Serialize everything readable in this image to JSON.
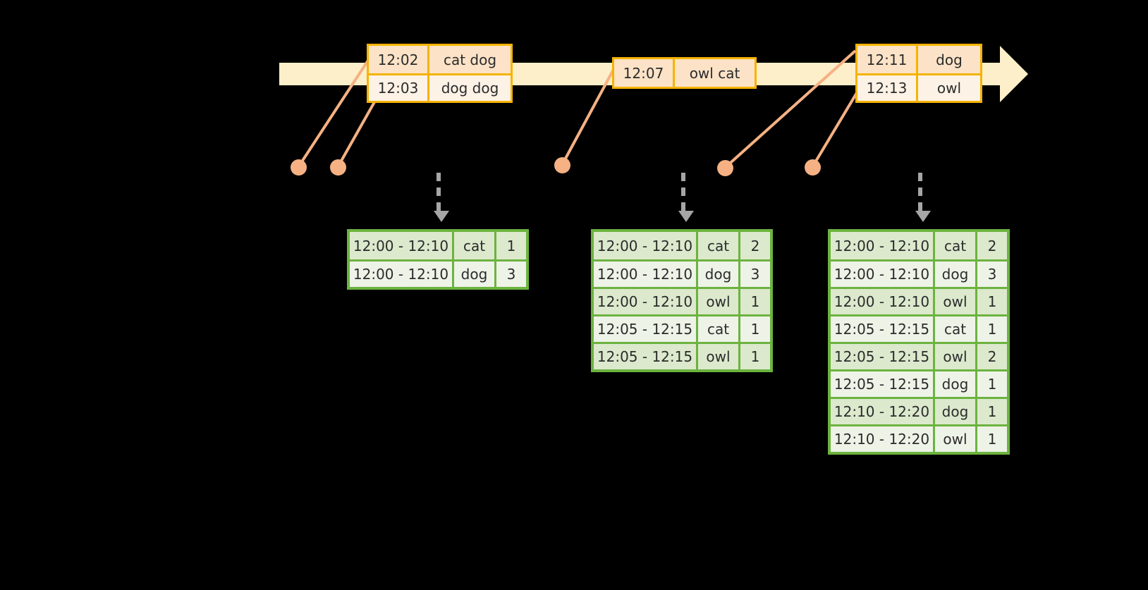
{
  "diagram": {
    "title": "windowed-aggregation-timeline",
    "colors": {
      "timeline_fill": "#fdefc9",
      "event_border": "#f5b301",
      "event_shade": "#fce3c7",
      "event_light": "#fdf2e6",
      "connector": "#f5b183",
      "table_border": "#6cb33f",
      "table_shade": "#dce9cd",
      "table_light": "#eef3e8",
      "dashed_arrow": "#a6a6a6",
      "background": "#000000"
    }
  },
  "timeline": {
    "events": [
      {
        "id": "evt-a",
        "rows": [
          {
            "time": "12:02",
            "value": "cat dog"
          },
          {
            "time": "12:03",
            "value": "dog dog"
          }
        ]
      },
      {
        "id": "evt-b",
        "rows": [
          {
            "time": "12:07",
            "value": "owl cat"
          }
        ]
      },
      {
        "id": "evt-c",
        "rows": [
          {
            "time": "12:11",
            "value": "dog"
          },
          {
            "time": "12:13",
            "value": "owl"
          }
        ]
      }
    ]
  },
  "tables": [
    {
      "id": "tbl-1",
      "rows": [
        {
          "window": "12:00 - 12:10",
          "key": "cat",
          "count": "1"
        },
        {
          "window": "12:00 - 12:10",
          "key": "dog",
          "count": "3"
        }
      ]
    },
    {
      "id": "tbl-2",
      "rows": [
        {
          "window": "12:00 - 12:10",
          "key": "cat",
          "count": "2"
        },
        {
          "window": "12:00 - 12:10",
          "key": "dog",
          "count": "3"
        },
        {
          "window": "12:00 - 12:10",
          "key": "owl",
          "count": "1"
        },
        {
          "window": "12:05 - 12:15",
          "key": "cat",
          "count": "1"
        },
        {
          "window": "12:05 - 12:15",
          "key": "owl",
          "count": "1"
        }
      ]
    },
    {
      "id": "tbl-3",
      "rows": [
        {
          "window": "12:00 - 12:10",
          "key": "cat",
          "count": "2"
        },
        {
          "window": "12:00 - 12:10",
          "key": "dog",
          "count": "3"
        },
        {
          "window": "12:00 - 12:10",
          "key": "owl",
          "count": "1"
        },
        {
          "window": "12:05 - 12:15",
          "key": "cat",
          "count": "1"
        },
        {
          "window": "12:05 - 12:15",
          "key": "owl",
          "count": "2"
        },
        {
          "window": "12:05 - 12:15",
          "key": "dog",
          "count": "1"
        },
        {
          "window": "12:10 - 12:20",
          "key": "dog",
          "count": "1"
        },
        {
          "window": "12:10 - 12:20",
          "key": "owl",
          "count": "1"
        }
      ]
    }
  ]
}
